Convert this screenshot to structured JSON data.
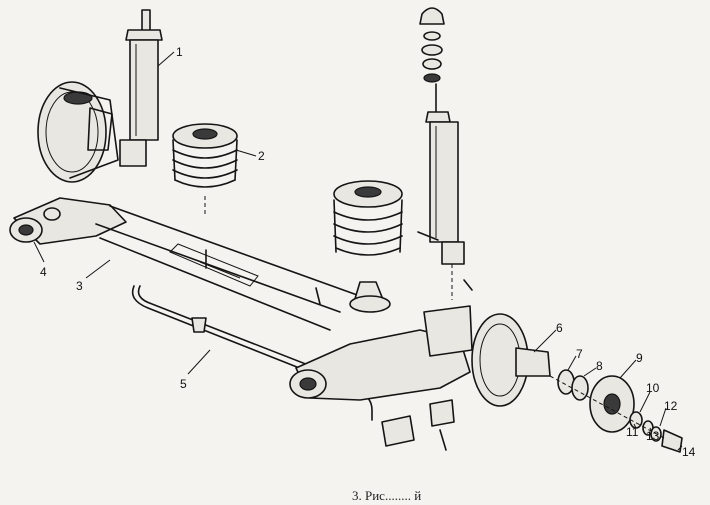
{
  "colors": {
    "ink": "#151515",
    "paper": "#f4f3ef",
    "shade": "#e9e7e1"
  },
  "callouts": [
    {
      "id": "1",
      "text": "1"
    },
    {
      "id": "2",
      "text": "2"
    },
    {
      "id": "3",
      "text": "3"
    },
    {
      "id": "4",
      "text": "4"
    },
    {
      "id": "5",
      "text": "5"
    },
    {
      "id": "6",
      "text": "6"
    },
    {
      "id": "7",
      "text": "7"
    },
    {
      "id": "8",
      "text": "8"
    },
    {
      "id": "9",
      "text": "9"
    },
    {
      "id": "10",
      "text": "10"
    },
    {
      "id": "11",
      "text": "11"
    },
    {
      "id": "12",
      "text": "12"
    },
    {
      "id": "13",
      "text": "13"
    },
    {
      "id": "14",
      "text": "14"
    }
  ],
  "caption": "3. Рис........ й"
}
